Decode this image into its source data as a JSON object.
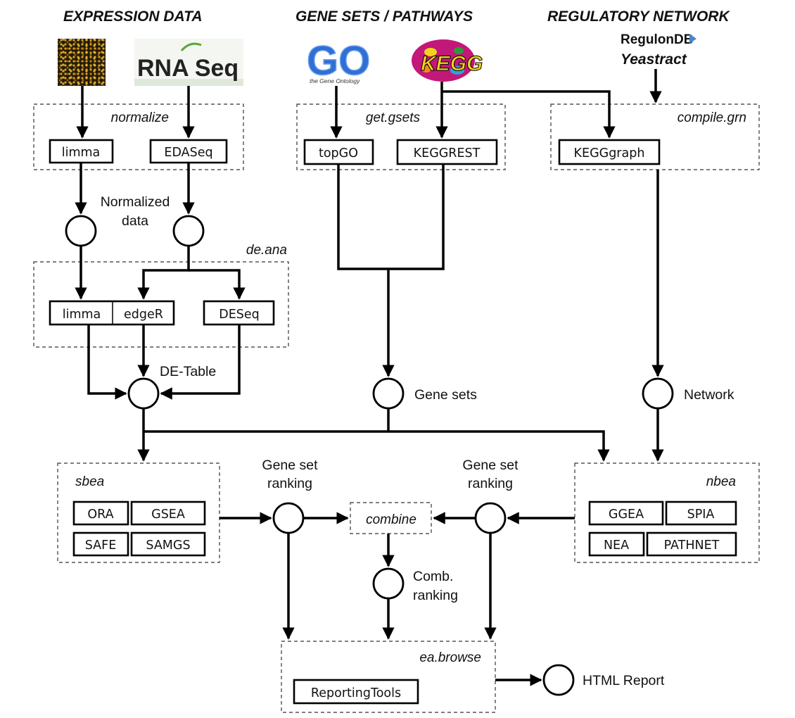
{
  "headers": {
    "expression": "EXPRESSION DATA",
    "genesets": "GENE SETS / PATHWAYS",
    "network": "REGULATORY NETWORK"
  },
  "logos": {
    "rnaseq": "RNA Seq",
    "go_letters": "GO",
    "go_caption": "the Gene Ontology",
    "kegg": "KEGG",
    "regulondb": "RegulonDB",
    "yeastract": "Yeastract"
  },
  "groups": {
    "normalize": "normalize",
    "get_gsets": "get.gsets",
    "compile_grn": "compile.grn",
    "de_ana": "de.ana",
    "sbea": "sbea",
    "nbea": "nbea",
    "combine": "combine",
    "ea_browse": "ea.browse"
  },
  "tools": {
    "limma": "limma",
    "edaseq": "EDASeq",
    "topgo": "topGO",
    "keggrest": "KEGGREST",
    "kegggraph": "KEGGgraph",
    "limma_de": "limma",
    "edger": "edgeR",
    "deseq": "DESeq",
    "ora": "ORA",
    "gsea": "GSEA",
    "safe": "SAFE",
    "samgs": "SAMGS",
    "ggea": "GGEA",
    "spia": "SPIA",
    "nea": "NEA",
    "pathnet": "PATHNET",
    "reportingtools": "ReportingTools"
  },
  "labels": {
    "normalized_line1": "Normalized",
    "normalized_line2": "data",
    "de_table": "DE-Table",
    "gene_sets": "Gene sets",
    "network": "Network",
    "ranking_left_line1": "Gene set",
    "ranking_left_line2": "ranking",
    "ranking_right_line1": "Gene set",
    "ranking_right_line2": "ranking",
    "comb_line1": "Comb.",
    "comb_line2": "ranking",
    "html_report": "HTML Report"
  },
  "colors": {
    "go_blue": "#2f6fd6",
    "kegg_magenta": "#c2187a",
    "kegg_yellow": "#f2d21b",
    "rnaseq_green": "#5aa83a",
    "regulondb_blue": "#4a86c5"
  }
}
